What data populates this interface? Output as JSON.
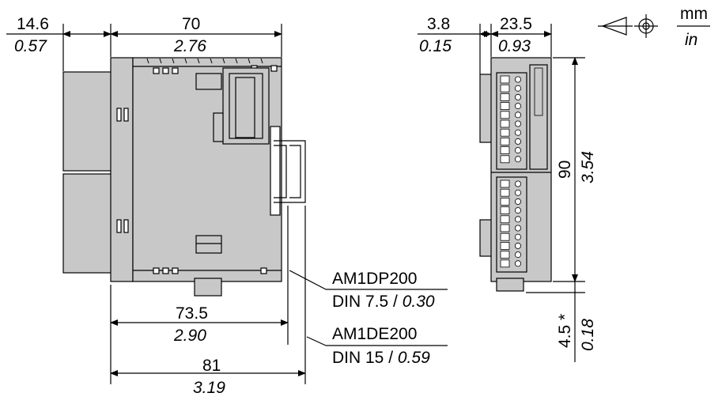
{
  "dims": {
    "top_left_mm": "14.6",
    "top_left_in": "0.57",
    "top_main_mm": "70",
    "top_main_in": "2.76",
    "bottom1_mm": "73.5",
    "bottom1_in": "2.90",
    "bottom2_mm": "81",
    "bottom2_in": "3.19",
    "side_top_small_mm": "3.8",
    "side_top_small_in": "0.15",
    "side_top_mm": "23.5",
    "side_top_in": "0.93",
    "height_mm": "90",
    "height_in": "3.54",
    "rail_mm": "4.5 *",
    "rail_in": "0.18"
  },
  "rails": [
    {
      "model": "AM1DP200",
      "spec": "DIN 7.5 / ",
      "spec_in": "0.30"
    },
    {
      "model": "AM1DE200",
      "spec": "DIN 15 / ",
      "spec_in": "0.59"
    }
  ],
  "units": {
    "mm": "mm",
    "in": "in"
  },
  "colors": {
    "housing": "#c8c8c8",
    "line": "#000000"
  }
}
